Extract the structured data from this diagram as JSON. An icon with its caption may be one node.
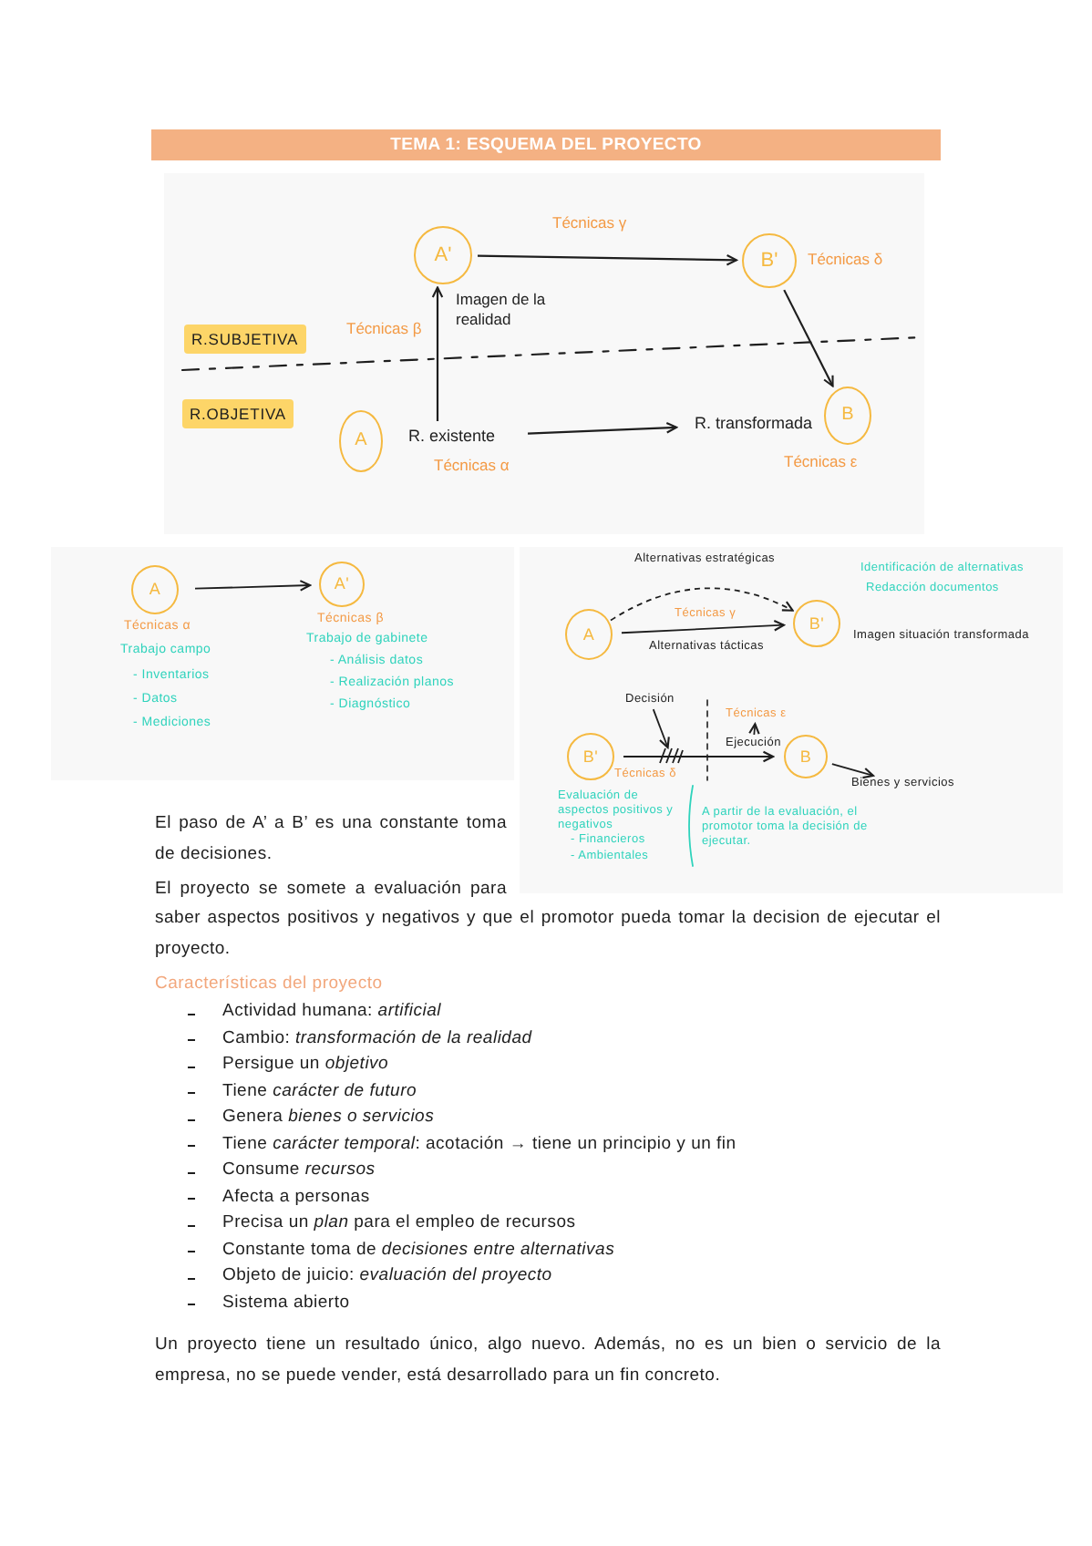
{
  "diagram": {
    "title": "TEMA 1: ESQUEMA DEL PROYECTO",
    "nodes": [
      {
        "text": [],
        "shape": "box"
      },
      {
        "text": [
          "A'"
        ],
        "beside": [
          "Imagen de la realidad"
        ],
        "in": 0
      },
      {
        "text": [
          "B'"
        ],
        "beside": [
          "Técnicas δ"
        ],
        "in": 0
      },
      {
        "text": [
          "R.SUBJETIVA"
        ],
        "in": 0
      },
      {
        "text": [
          "R.OBJETIVA"
        ],
        "in": 0
      },
      {
        "text": [
          "A"
        ],
        "in": 0
      },
      {
        "text": [
          "R. existente"
        ],
        "beside": [
          "Técnicas α"
        ],
        "in": 0
      },
      {
        "text": [
          "R. transformada"
        ],
        "in": 0
      },
      {
        "text": [
          "B"
        ],
        "beside": [
          "Técnicas ε"
        ],
        "in": 0
      },
      {
        "text": [],
        "shape": "box"
      },
      {
        "text": [
          "A"
        ],
        "beside": [
          "Técnicas α",
          "Trabajo campo",
          "- Inventarios",
          "- Datos",
          "- Mediciones"
        ],
        "in": 9
      },
      {
        "text": [
          "A'"
        ],
        "beside": [
          "Técnicas β",
          "Trabajo de gabinete",
          "- Análisis datos",
          "- Realización planos",
          "- Diagnóstico"
        ],
        "in": 9
      },
      {
        "text": [],
        "shape": "box"
      },
      {
        "text": [
          "A"
        ],
        "in": 12
      },
      {
        "text": [
          "B'"
        ],
        "beside": [
          "Identificación de alternativas",
          "Redacción documentos",
          "Imagen situación transformada"
        ],
        "in": 12
      },
      {
        "text": [
          "Decisión"
        ],
        "in": 12
      },
      {
        "text": [
          "Técnicas ε"
        ],
        "in": 12
      },
      {
        "text": [
          "Ejecución"
        ],
        "in": 12
      },
      {
        "text": [
          "B'"
        ],
        "beside": [
          "Técnicas δ",
          "Evaluación de aspectos positivos y negativos",
          "- Financieros",
          "- Ambientales"
        ],
        "in": 12
      },
      {
        "text": [
          "B"
        ],
        "in": 12
      },
      {
        "text": [
          "Bienes y servicios"
        ],
        "in": 12
      },
      {
        "text": [],
        "shape": "cross",
        "in": 12
      }
    ],
    "edges": [
      {
        "from": 1,
        "to": 2,
        "arrow": "to",
        "label": "Técnicas γ"
      },
      {
        "from": 6,
        "to": 1,
        "arrow": "to",
        "label": "Técnicas β"
      },
      {
        "from": 2,
        "to": 8,
        "arrow": "to"
      },
      {
        "from": 6,
        "to": 7,
        "arrow": "to"
      },
      {
        "from": 10,
        "to": 11,
        "arrow": "to"
      },
      {
        "from": 13,
        "to": 14,
        "arrow": "to",
        "label": "Alternativas estratégicas",
        "style": "dashed"
      },
      {
        "from": 13,
        "to": 14,
        "arrow": "to",
        "label": "Alternativas tácticas"
      },
      {
        "from": 15,
        "to": 21,
        "arrow": "to"
      },
      {
        "from": 17,
        "to": 16,
        "arrow": "to"
      },
      {
        "from": 18,
        "to": 19,
        "arrow": "to"
      },
      {
        "from": 19,
        "to": 20,
        "arrow": "to"
      }
    ],
    "labels": [
      "Técnicas γ",
      "A partir de la evaluación, el promotor toma la decisión de ejecutar.",
      "El paso de A’ a B’ es una constante toma de decisiones.",
      "El proyecto se somete a evaluación para saber aspectos positivos y negativos y que el promotor pueda tomar la decision de ejecutar el proyecto.",
      "Características del proyecto",
      "Actividad humana: *artificial*",
      "Cambio: *transformación de la realidad*",
      "Persigue un *objetivo*",
      "Tiene *carácter de futuro*",
      "Genera *bienes o servicios*",
      "Tiene *carácter temporal*: acotación → tiene un principio y un fin",
      "Consume *recursos*",
      "Afecta a personas",
      "Precisa un *plan* para el empleo de recursos",
      "Constante toma de *decisiones entre alternativas*",
      "Objeto de juicio: *evaluación del proyecto*",
      "Sistema abierto",
      "Un proyecto tiene un resultado único, algo nuevo. Además, no es un bien o servicio de la empresa, no se puede vender, está desarrollado para un fin concreto."
    ]
  }
}
